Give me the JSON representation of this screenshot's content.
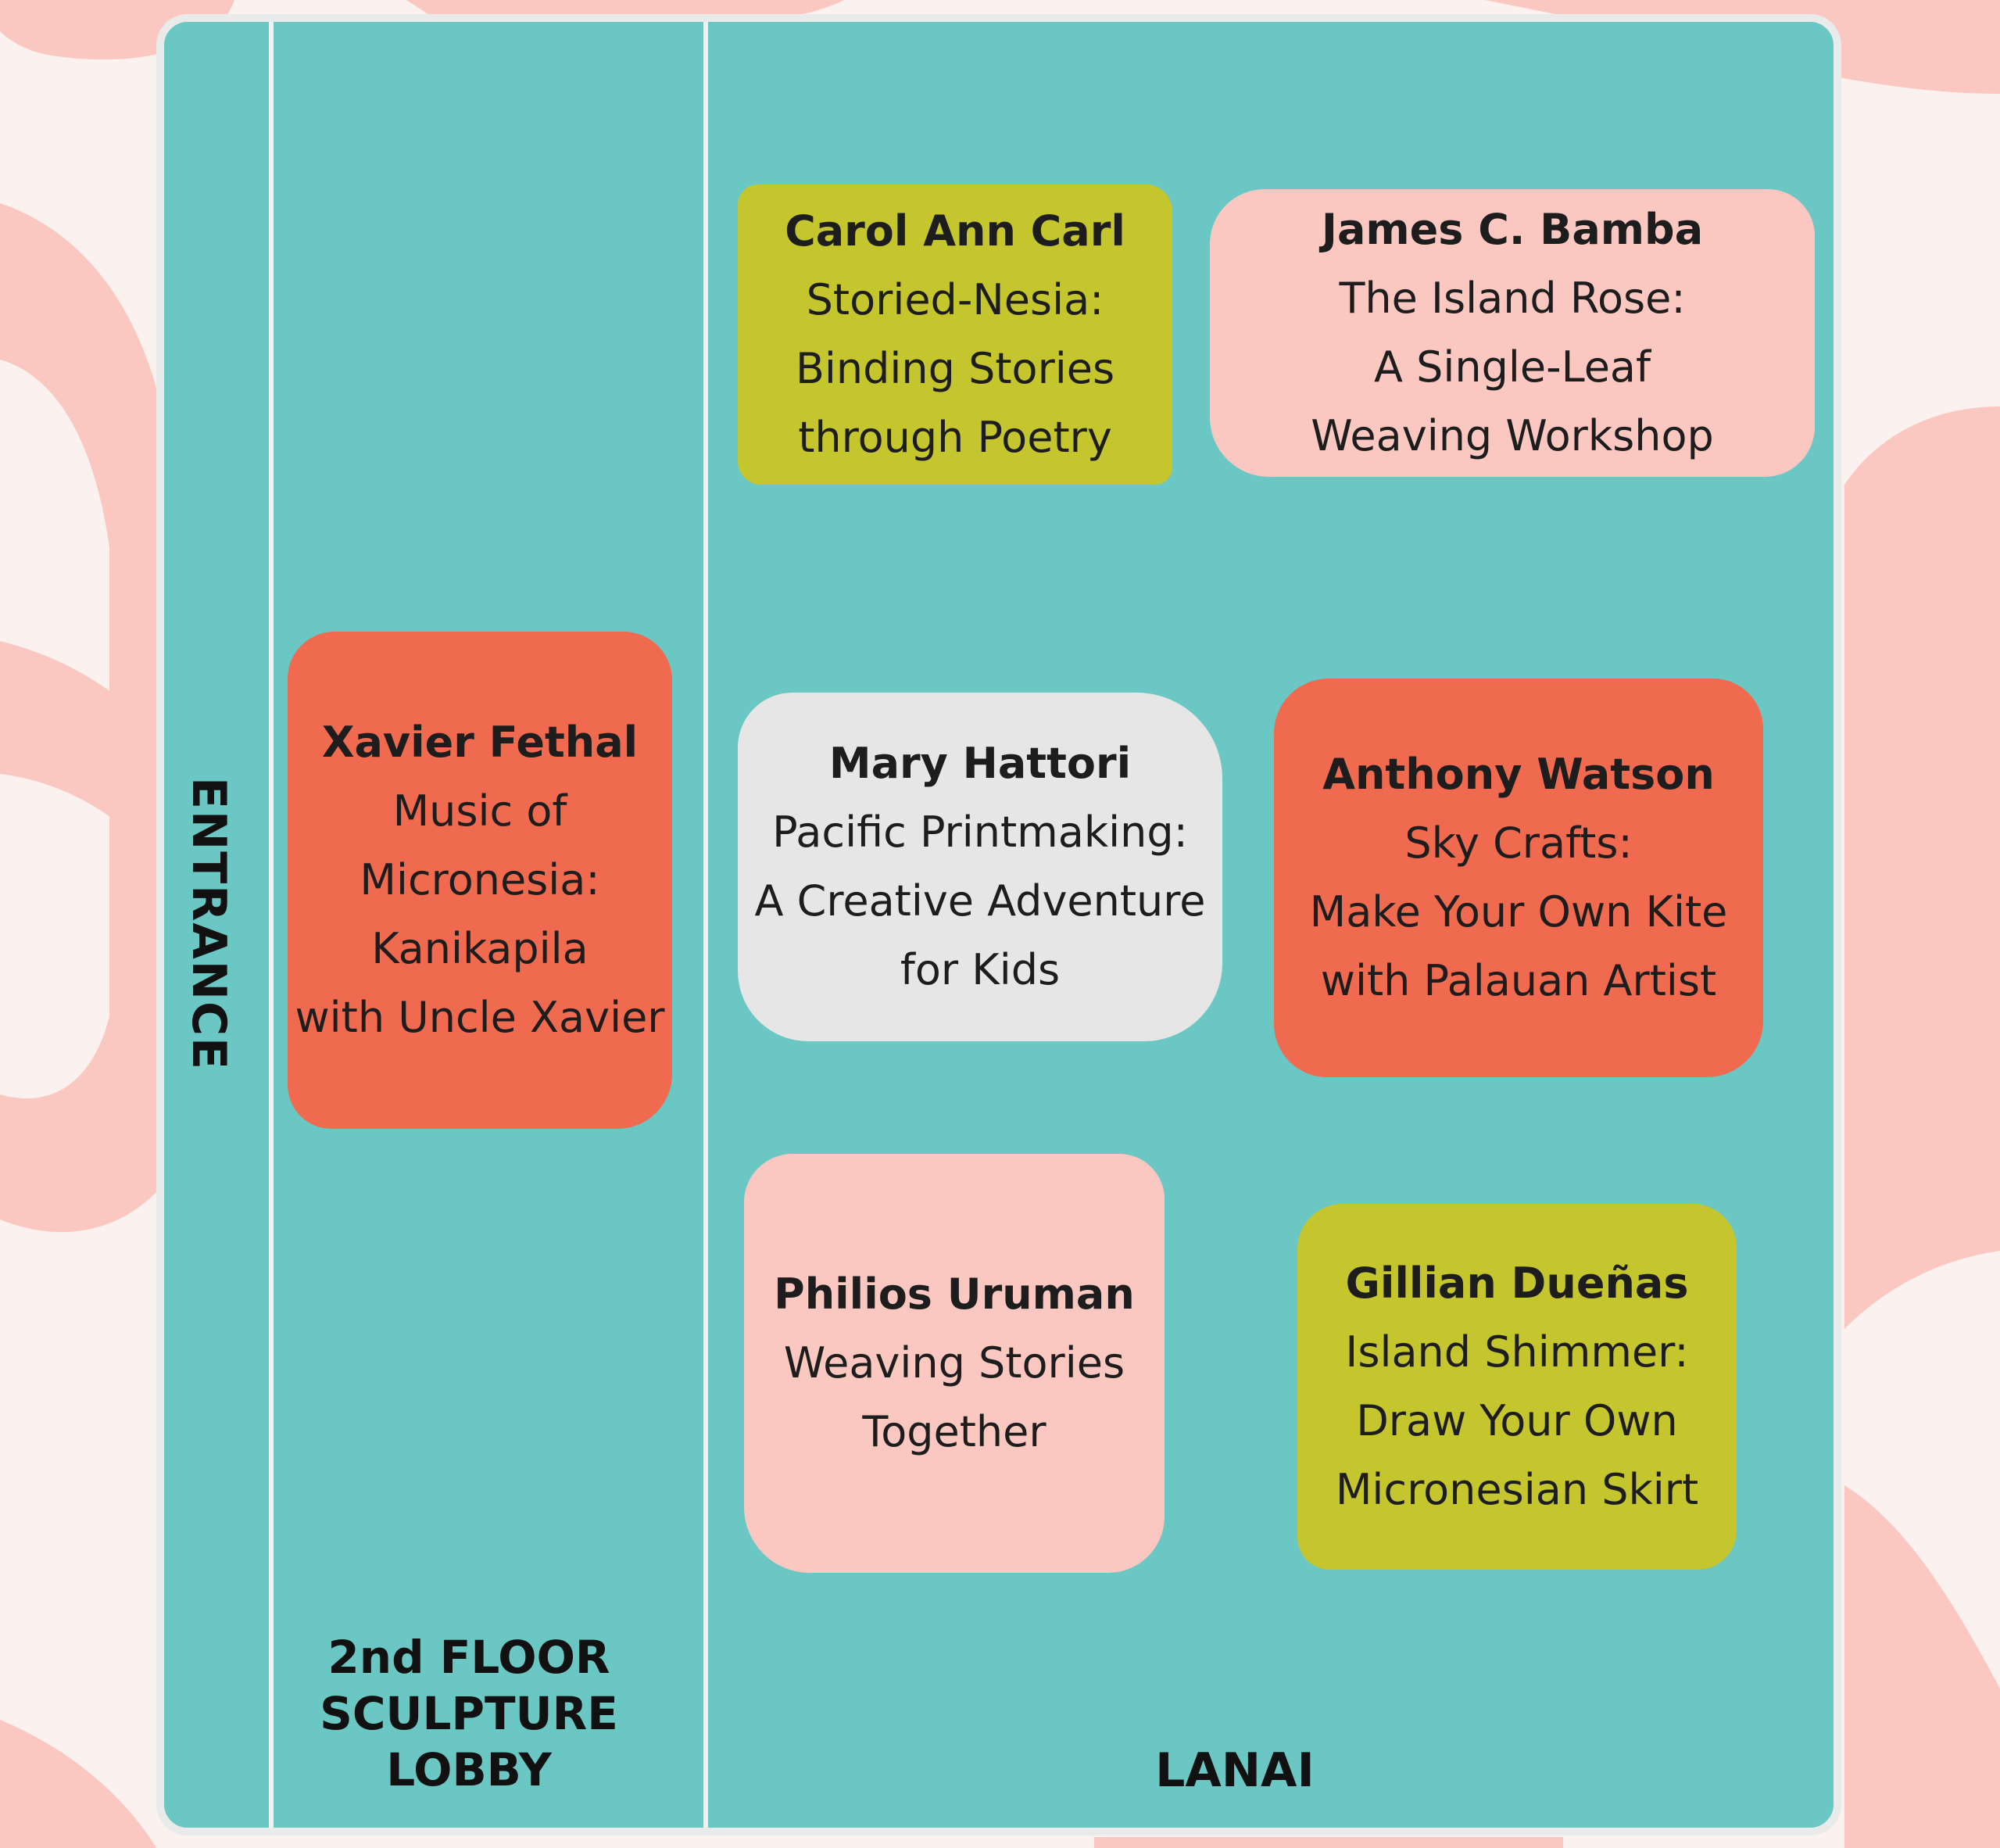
{
  "labels": {
    "entrance": "ENTRANCE",
    "lobby_line1": "2nd FLOOR",
    "lobby_line2": "SCULPTURE",
    "lobby_line3": "LOBBY",
    "lanai": "LANAI"
  },
  "colors": {
    "background": "#fbf1ee",
    "background_shape": "#fbc8c1",
    "floor": "#6bc7c4",
    "frame": "#e9ebea",
    "lime": "#c5c62e",
    "pink": "#fbc8c1",
    "coral": "#f06a50",
    "grey": "#e6e6e6"
  },
  "cards": {
    "carol": {
      "name": "Carol Ann Carl",
      "lines": [
        "Storied-Nesia:",
        "Binding Stories",
        "through Poetry"
      ],
      "color": "lime"
    },
    "james": {
      "name": "James C. Bamba",
      "lines": [
        "The Island Rose:",
        "A Single-Leaf",
        "Weaving Workshop"
      ],
      "color": "pink"
    },
    "xavier": {
      "name": "Xavier Fethal",
      "lines": [
        "Music of",
        "Micronesia:",
        "Kanikapila",
        "with Uncle Xavier"
      ],
      "color": "coral"
    },
    "mary": {
      "name": "Mary Hattori",
      "lines": [
        "Pacific Printmaking:",
        "A Creative Adventure",
        "for Kids"
      ],
      "color": "grey"
    },
    "anthony": {
      "name": "Anthony Watson",
      "lines": [
        "Sky Crafts:",
        "Make Your Own Kite",
        "with Palauan Artist"
      ],
      "color": "coral"
    },
    "philios": {
      "name": "Philios Uruman",
      "lines": [
        "Weaving Stories",
        "Together"
      ],
      "color": "pink"
    },
    "gillian": {
      "name": "Gillian Dueñas",
      "lines": [
        "Island Shimmer:",
        "Draw Your Own",
        "Micronesian Skirt"
      ],
      "color": "lime"
    }
  }
}
